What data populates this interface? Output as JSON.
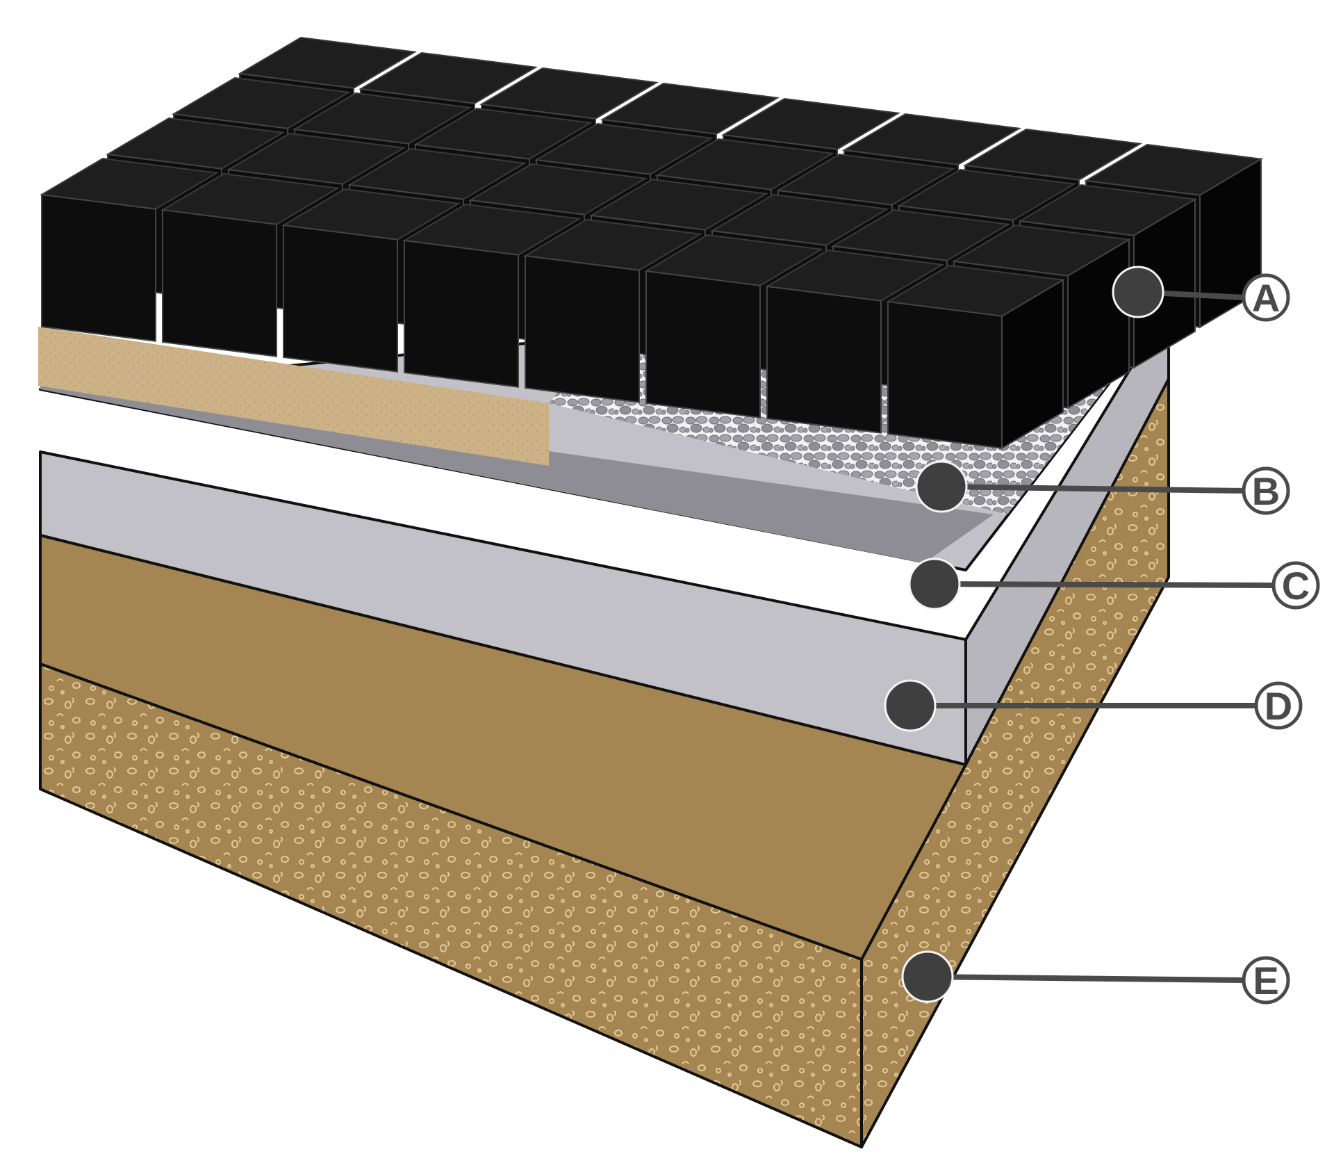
{
  "layers": [
    {
      "id": "A",
      "label": "A",
      "material": "paving-blocks",
      "color": "#0d0d0d"
    },
    {
      "id": "B",
      "label": "B",
      "material": "gravel",
      "color": "#9a9aa0"
    },
    {
      "id": "C",
      "label": "C",
      "material": "membrane-sheet",
      "color": "#8d8d93"
    },
    {
      "id": "D",
      "label": "D",
      "material": "concrete-base",
      "color": "#c2c1c7"
    },
    {
      "id": "E",
      "label": "E",
      "material": "soil-subgrade",
      "color": "#a58652"
    }
  ],
  "sand_strip_color": "#cdb287",
  "soil_speckle_color": "#e4c99a",
  "callout_line_color": "#4a4a4a",
  "callout_dot_color": "#3f3f3f"
}
